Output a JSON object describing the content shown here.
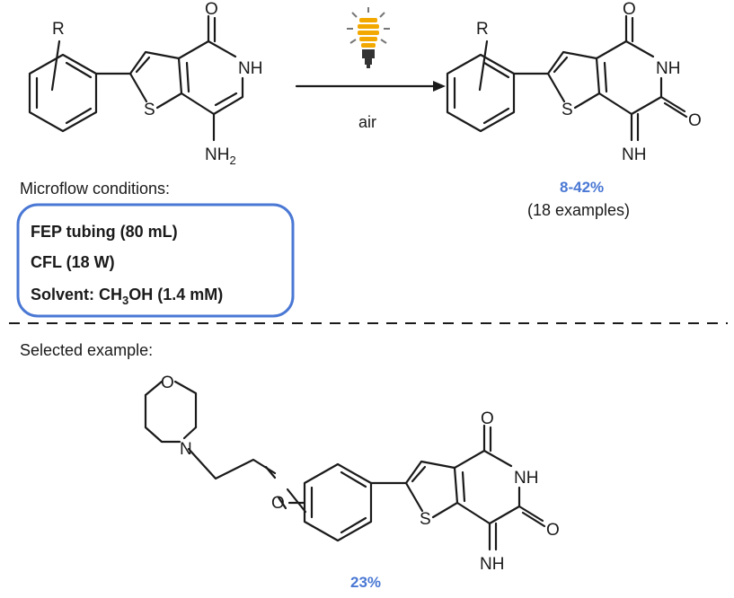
{
  "reaction": {
    "reagent_below_arrow": "air",
    "light_icon": "light-bulb-icon",
    "yield": "8-42%",
    "examples": "(18 examples)"
  },
  "conditions": {
    "heading": "Microflow conditions:",
    "line1": "FEP tubing (80 mL)",
    "line2": "CFL (18 W)",
    "line3_prefix": "Solvent: CH",
    "line3_sub": "3",
    "line3_suffix": "OH (1.4 mM)",
    "box_color": "#4a78d4"
  },
  "example": {
    "heading": "Selected example:",
    "yield": "23%"
  },
  "atoms": {
    "r": "R",
    "o": "O",
    "s": "S",
    "nh": "NH",
    "nh2_prefix": "NH",
    "nh2_sub": "2",
    "n": "N"
  },
  "colors": {
    "accent": "#4a78d4",
    "bulb": "#f2a800"
  }
}
